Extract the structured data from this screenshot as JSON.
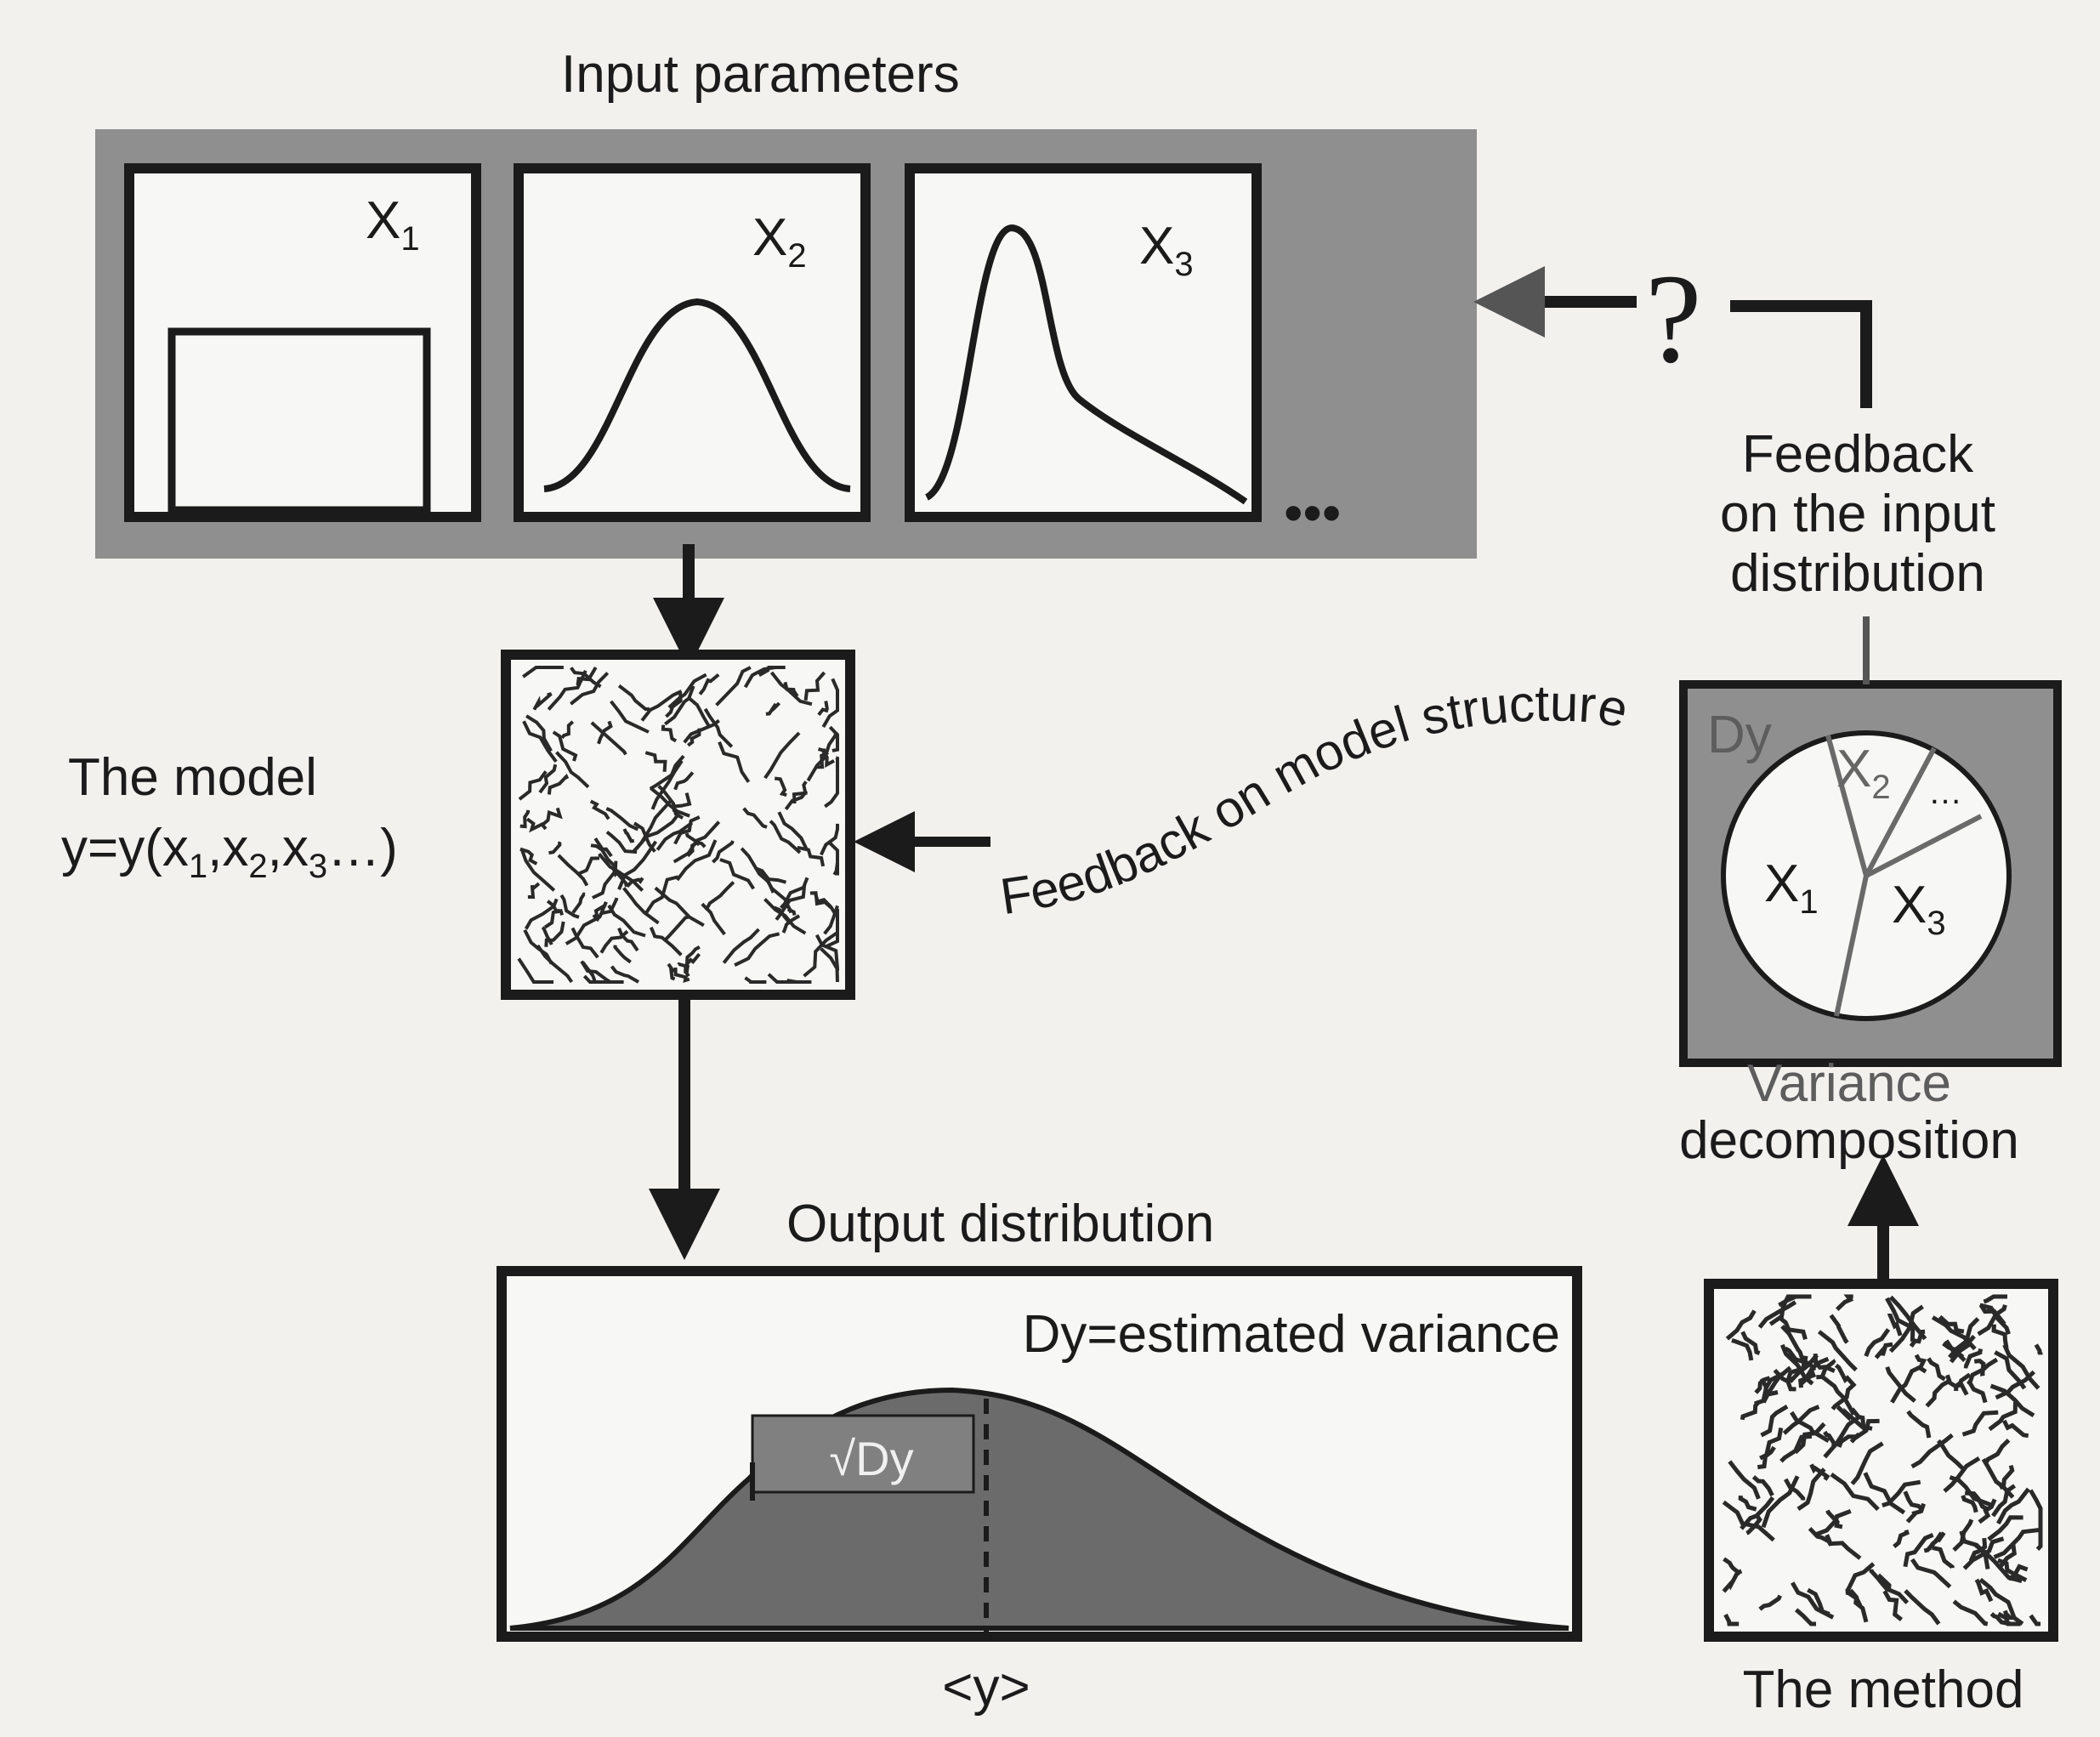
{
  "input_panel": {
    "title": "Input parameters",
    "ellipsis": "•••",
    "boxes": [
      {
        "var": "X",
        "sub": "1",
        "shape": "uniform"
      },
      {
        "var": "X",
        "sub": "2",
        "shape": "normal"
      },
      {
        "var": "X",
        "sub": "3",
        "shape": "skewed"
      }
    ]
  },
  "model": {
    "title": "The model",
    "formula": "y=y(x",
    "formula_subs": [
      "1",
      "2",
      "3"
    ],
    "formula_tail": "…)"
  },
  "feedback_structure": {
    "label": "Feedback on model structure"
  },
  "feedback_input": {
    "lines": [
      "Feedback",
      "on the input",
      "distribution"
    ],
    "question": "?"
  },
  "variance_decomposition": {
    "label_lines": [
      "Variance",
      "decomposition"
    ],
    "dy": "Dy",
    "slices": [
      {
        "var": "X",
        "sub": "1"
      },
      {
        "var": "X",
        "sub": "2"
      },
      {
        "var": "X",
        "sub": "3"
      }
    ],
    "dots": "…"
  },
  "output": {
    "title": "Output distribution",
    "dy_label": "Dy=estimated variance",
    "sqrt_label": "√Dy",
    "mean_label": "<y>"
  },
  "method": {
    "label": "The method"
  },
  "colors": {
    "panel_gray": "#8f8f8f",
    "box_fill": "#f7f7f5",
    "output_fill": "#6b6b6b",
    "line": "#1b1b1b",
    "page": "#f2f1ee"
  }
}
